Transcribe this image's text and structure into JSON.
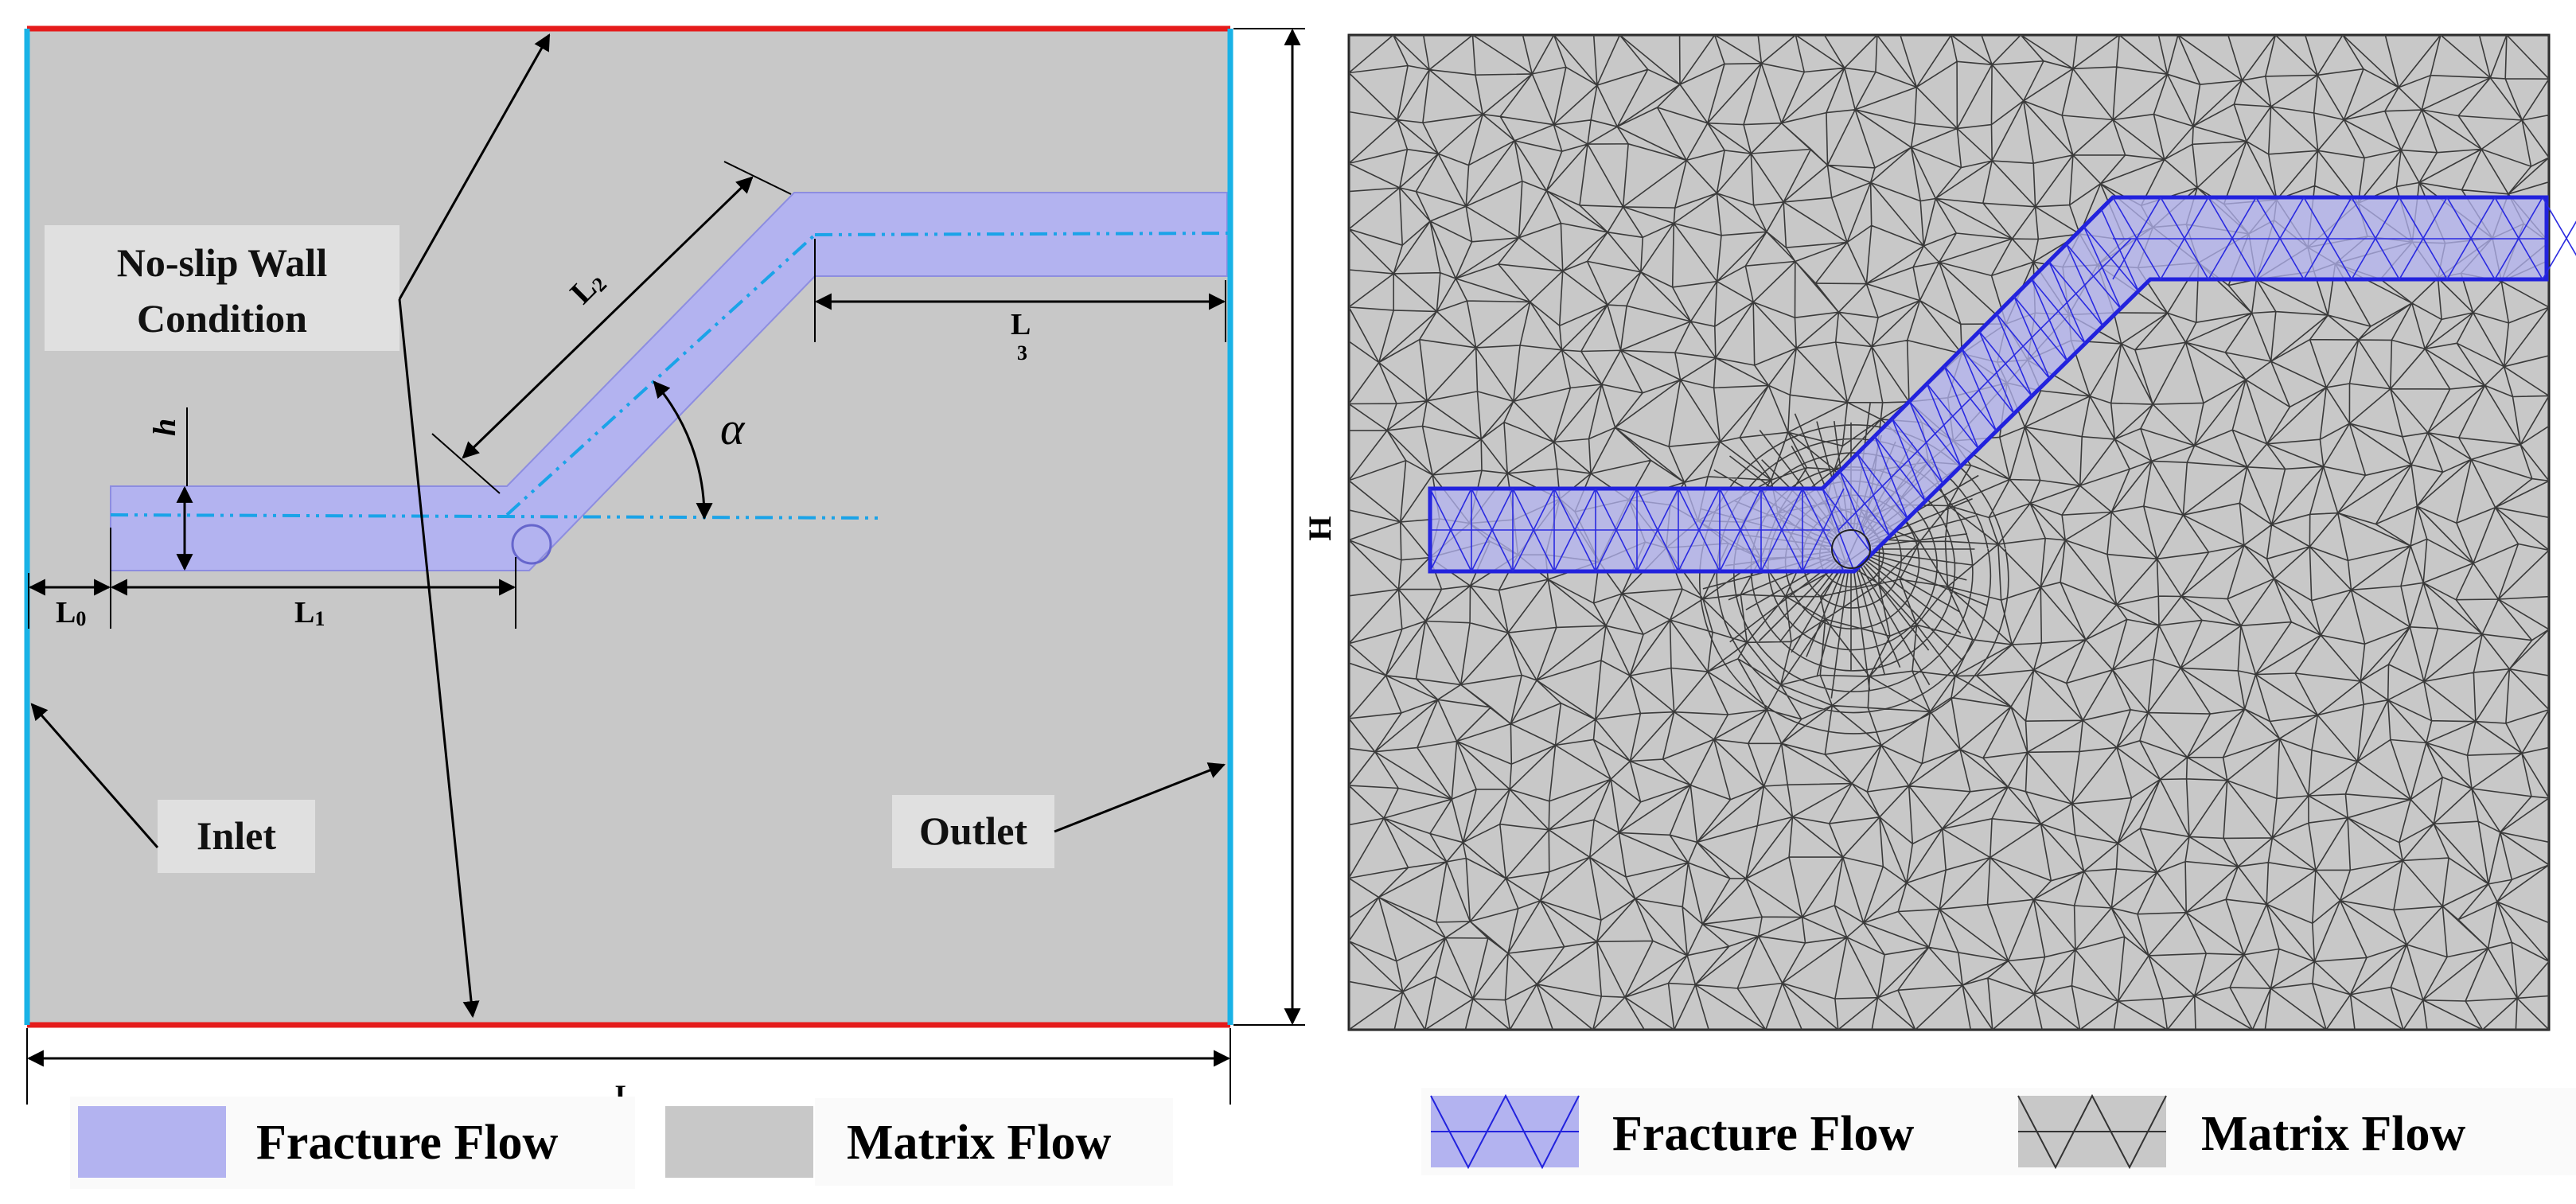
{
  "left_panel": {
    "labels": {
      "no_slip_line1": "No-slip Wall",
      "no_slip_line2": "Condition",
      "inlet": "Inlet",
      "outlet": "Outlet",
      "l0": "L",
      "l0_sub": "0",
      "l1": "L",
      "l1_sub": "1",
      "l2": "L",
      "l2_sub": "2",
      "l3": "L",
      "l3_sub": "3",
      "h": "h",
      "alpha": "α",
      "length": "L",
      "height": "H"
    },
    "legend": {
      "fracture": "Fracture Flow",
      "matrix": "Matrix Flow"
    }
  },
  "right_panel": {
    "legend": {
      "fracture": "Fracture Flow",
      "matrix": "Matrix Flow"
    }
  },
  "colors": {
    "matrix_fill": "#c8c8c8",
    "fracture_fill": "#b3b3f0",
    "fracture_edge": "#2222dd",
    "wall_red": "#e51b1b",
    "inlet_outlet_blue": "#19b2e6",
    "centerline": "#1aa3e8",
    "mesh_line": "#3a3a3a"
  }
}
